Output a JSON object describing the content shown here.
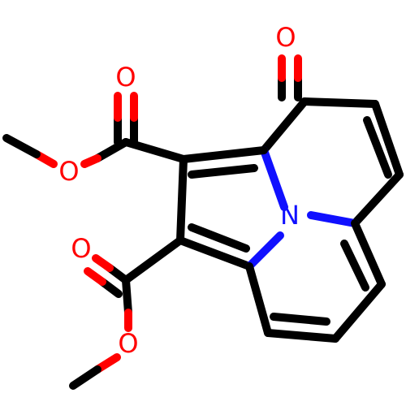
{
  "atoms": {
    "o_ketone": {
      "symbol": "O",
      "color": "#ff0000"
    },
    "o_ester1_carbonyl": {
      "symbol": "O",
      "color": "#ff0000"
    },
    "o_ester1_ether": {
      "symbol": "O",
      "color": "#ff0000"
    },
    "o_ester2_carbonyl": {
      "symbol": "O",
      "color": "#ff0000"
    },
    "o_ester2_ether": {
      "symbol": "O",
      "color": "#ff0000"
    },
    "n_ring": {
      "symbol": "N",
      "color": "#1010ff"
    }
  },
  "colors": {
    "bond": "#000000",
    "oxygen": "#ff0000",
    "nitrogen": "#1010ff",
    "background": "#ffffff"
  }
}
